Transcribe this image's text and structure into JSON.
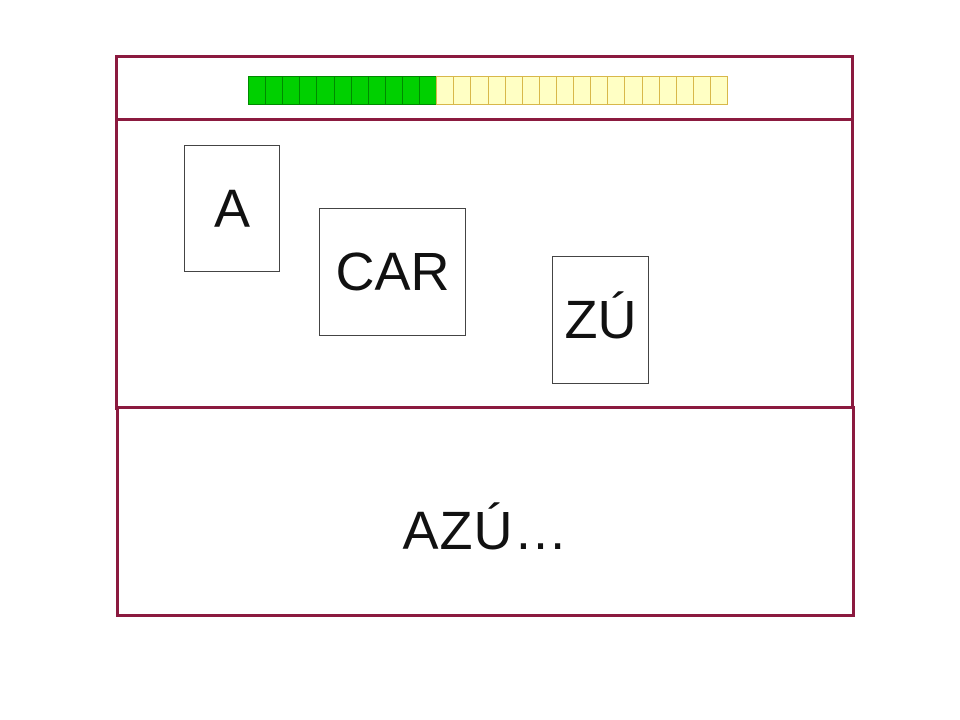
{
  "progress": {
    "filled_segments": 11,
    "total_segments": 28,
    "filled_color": "#00d000",
    "empty_color": "#ffffc4"
  },
  "cards": [
    {
      "label": "A"
    },
    {
      "label": "CAR"
    },
    {
      "label": "ZÚ"
    }
  ],
  "answer": {
    "text": "AZÚ…"
  },
  "colors": {
    "border": "#8b1a3f"
  }
}
